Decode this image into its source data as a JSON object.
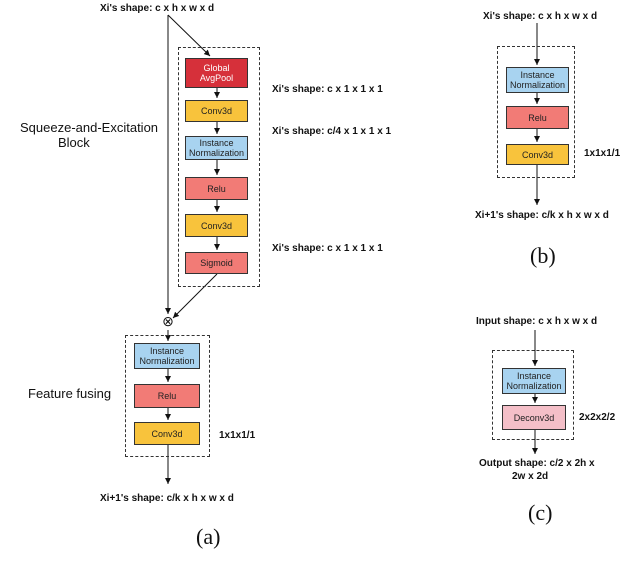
{
  "panel_a": {
    "top_shape": "Xi's shape: c x h x w x d",
    "se_title_line1": "Squeeze-and-Excitation",
    "se_title_line2": "Block",
    "shape_after_pool": "Xi's shape: c x 1 x 1 x 1",
    "shape_after_conv": "Xi's shape: c/4 x 1 x 1 x 1",
    "shape_after_sigmoid": "Xi's shape: c x 1 x 1 x 1",
    "blocks": {
      "pool_line1": "Global",
      "pool_line2": "AvgPool",
      "conv1": "Conv3d",
      "norm_line1": "Instance",
      "norm_line2": "Normalization",
      "relu": "Relu",
      "conv2": "Conv3d",
      "sigmoid": "Sigmoid"
    },
    "multiply_symbol": "⊗",
    "fuse_title": "Feature fusing",
    "fuse_blocks": {
      "norm_line1": "Instance",
      "norm_line2": "Normalization",
      "relu": "Relu",
      "conv": "Conv3d"
    },
    "fuse_kernel": "1x1x1/1",
    "bottom_shape": "Xi+1's shape: c/k x h x w x d",
    "caption": "(a)"
  },
  "panel_b": {
    "top_shape": "Xi's shape: c x h x w x d",
    "norm_line1": "Instance",
    "norm_line2": "Normalization",
    "relu": "Relu",
    "conv": "Conv3d",
    "kernel": "1x1x1/1",
    "bottom_shape": "Xi+1's shape: c/k x h x w x d",
    "caption": "(b)"
  },
  "panel_c": {
    "top_shape": "Input shape: c x h x w x d",
    "norm_line1": "Instance",
    "norm_line2": "Normalization",
    "deconv": "Deconv3d",
    "kernel": "2x2x2/2",
    "bottom_line1": "Output shape: c/2 x 2h x",
    "bottom_line2": "2w x 2d",
    "caption": "(c)"
  },
  "colors": {
    "pool": "#d6303a",
    "conv": "#f8c33c",
    "norm": "#a8d3f0",
    "relu": "#f27b76",
    "deconv": "#f4bfc8"
  }
}
